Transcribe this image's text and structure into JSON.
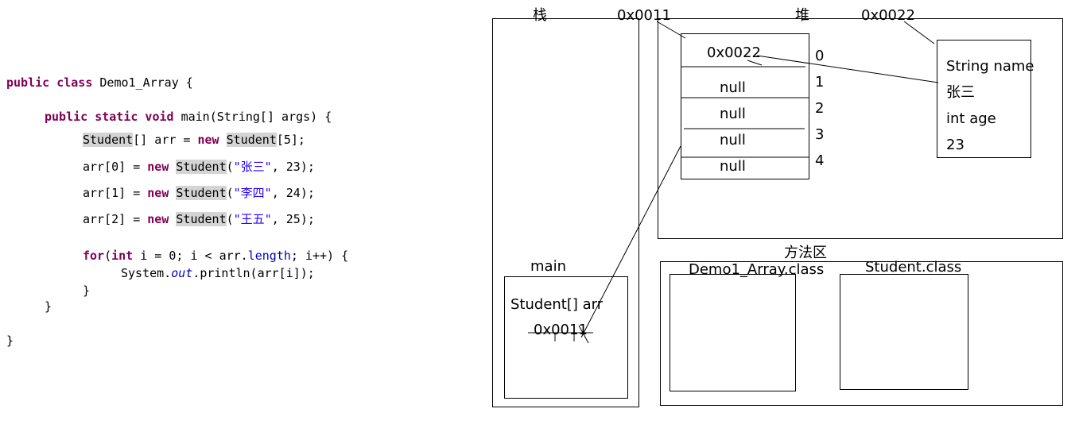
{
  "code": {
    "class_decl": {
      "kw": "public class",
      "name": "Demo1_Array",
      "brace": "{"
    },
    "main_decl": {
      "kw": "public static void",
      "sig": "main(String[] args) {"
    },
    "line_arr": {
      "type": "Student",
      "mid": "[] arr = ",
      "kw": "new",
      "type2": "Student",
      "tail": "[5];"
    },
    "assign_lines": [
      {
        "lhs": "arr[0] = ",
        "kw": "new",
        "type": "Student",
        "open": "(",
        "str": "\"张三\"",
        "tail": ", 23);"
      },
      {
        "lhs": "arr[1] = ",
        "kw": "new",
        "type": "Student",
        "open": "(",
        "str": "\"李四\"",
        "tail": ", 24);"
      },
      {
        "lhs": "arr[2] = ",
        "kw": "new",
        "type": "Student",
        "open": "(",
        "str": "\"王五\"",
        "tail": ", 25);"
      }
    ],
    "for_line": {
      "kw_for": "for",
      "p1": "(",
      "kw_int": "int",
      "p2": " i = 0; i < arr.",
      "field": "length",
      "p3": "; i++) {"
    },
    "println_line": {
      "p1": "System.",
      "field": "out",
      "p2": ".println(arr[i]);"
    },
    "close_for": "}",
    "close_main": "}",
    "close_class": "}"
  },
  "diagram": {
    "stack_label": "栈",
    "heap_label": "堆",
    "method_area_label": "方法区",
    "array_address": "0x0011",
    "object_address": "0x0022",
    "array_cells": [
      "0x0022",
      "null",
      "null",
      "null",
      "null"
    ],
    "array_indices": [
      "0",
      "1",
      "2",
      "3",
      "4"
    ],
    "object_fields": [
      "String name",
      "张三",
      "int age",
      "23"
    ],
    "main_frame": {
      "label": "main",
      "var": "Student[] arr",
      "value": "0x0011"
    },
    "class_boxes": [
      "Demo1_Array.class",
      "Student.class"
    ]
  }
}
